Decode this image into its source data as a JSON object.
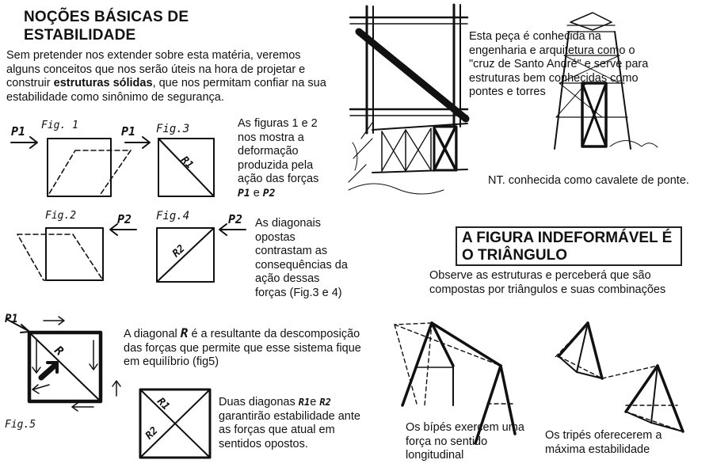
{
  "title": "NOÇÕES BÁSICAS DE ESTABILIDADE",
  "intro": {
    "part1": "Sem pretender nos extender sobre esta matéria, veremos alguns conceitos que nos serão úteis na hora de projetar e construir ",
    "bold": "estruturas sólidas",
    "part2": ", que nos permitam confiar na sua estabilidade como sinônimo de segurança."
  },
  "figures": {
    "fig1": "Fig. 1",
    "fig2": "Fig.2",
    "fig3": "Fig.3",
    "fig4": "Fig.4",
    "fig5": "Fig.5",
    "p1": "P1",
    "p2": "P2",
    "r": "R",
    "r1": "R1",
    "r2": "R2"
  },
  "text_fig12": {
    "line": "As figuras 1 e 2 nos mostra a deformação produzida pela ação das forças",
    "and": "e",
    "f1": "P1",
    "f2": "P2"
  },
  "text_diagonals": "As diagonais opostas contrastam as consequências da ação dessas forças (Fig.3 e 4)",
  "text_resultant": {
    "a": "A diagonal",
    "sym": "R",
    "b": "é a resultante da descomposição  das forças que permite que esse sistema fique em equilíbrio (fig5)"
  },
  "text_two_diagonals": {
    "a": "Duas diagonas",
    "r1": "R1",
    "e": "e",
    "r2": "R2",
    "b": "garantirão estabilidade ante as forças que atual em sentidos opostos."
  },
  "cross": {
    "text": "Esta peça é conhecida na engenharia e arquitetura como o \"cruz de Santo André\" e serve para estruturas bem conhecidas como pontes e torres",
    "note": "NT. conhecida como cavalete de ponte."
  },
  "triangle_title": "A FIGURA INDEFORMÁVEL É O TRIÂNGULO",
  "triangle_text": "Observe as estruturas e perceberá que são compostas por triângulos e suas combinações",
  "bipes": "Os bípés exercem uma força no sentido longitudinal",
  "tripes": "Os tripés oferecerem a máxima estabilidade"
}
